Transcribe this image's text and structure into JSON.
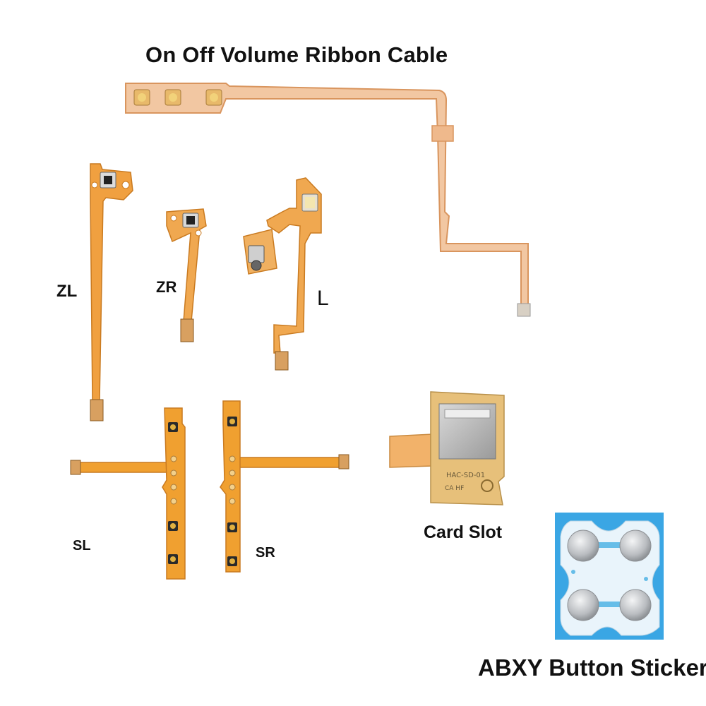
{
  "labels": {
    "title": "On Off Volume Ribbon Cable",
    "zl": "ZL",
    "zr": "ZR",
    "l": "L",
    "sl": "SL",
    "sr": "SR",
    "card_slot": "Card Slot",
    "abxy": "ABXY Button Sticker"
  },
  "pcb_text": {
    "card_code": "HAC-SD-01",
    "card_mark": "CA HF"
  },
  "colors": {
    "flex_light": "#f0b98a",
    "flex_dark": "#e79a28",
    "sticker_blue": "#2f9fe0",
    "sticker_silver": "#c9ccd0"
  }
}
